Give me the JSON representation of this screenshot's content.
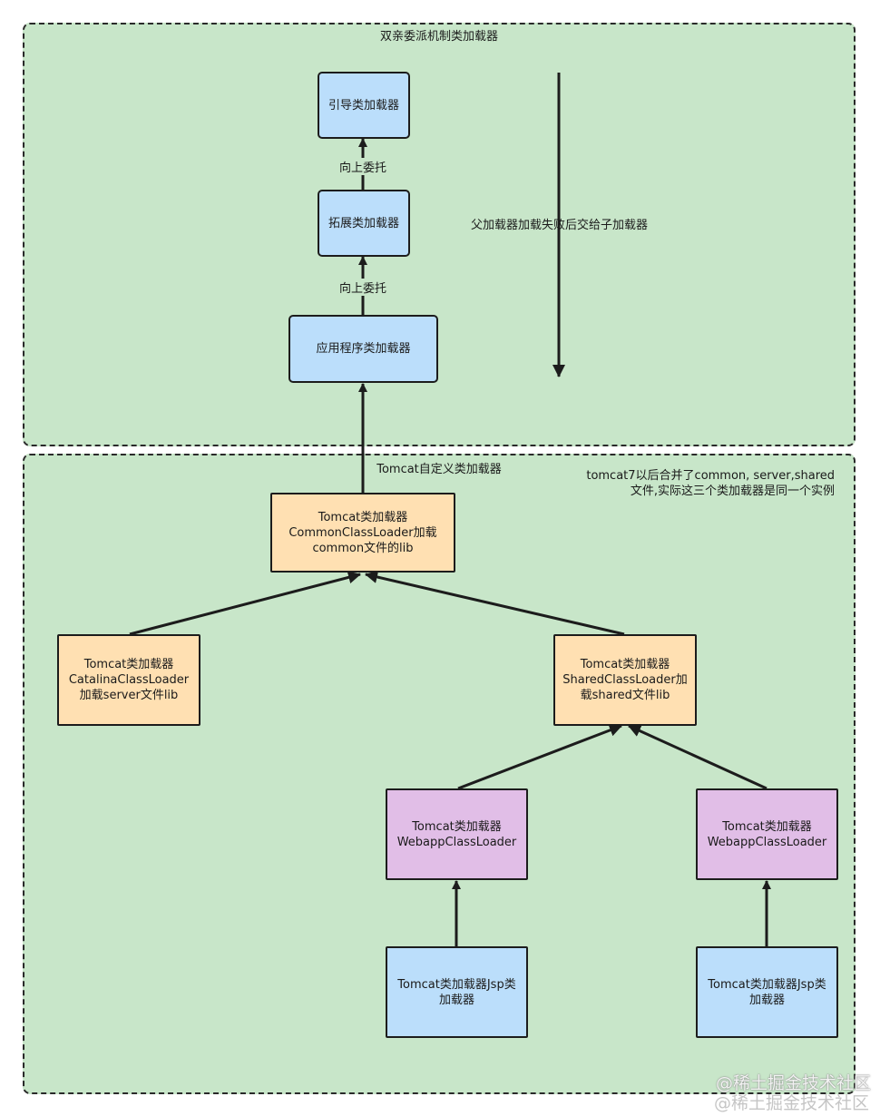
{
  "groups": {
    "parent_delegation": {
      "title": "双亲委派机制类加载器"
    },
    "tomcat_custom": {
      "title": "Tomcat自定义类加载器"
    }
  },
  "nodes": {
    "bootstrap": "引导类加载器",
    "extension": "拓展类加载器",
    "application": "应用程序类加载器",
    "common": "Tomcat类加载器\nCommonClassLoader加载\ncommon文件的lib",
    "catalina": "Tomcat类加载器\nCatalinaClassLoader\n加载server文件lib",
    "shared": "Tomcat类加载器\nSharedClassLoader加\n载shared文件lib",
    "webapp_left": "Tomcat类加载器\nWebappClassLoader",
    "webapp_right": "Tomcat类加载器\nWebappClassLoader",
    "jsp_left": "Tomcat类加载器Jsp类\n加载器",
    "jsp_right": "Tomcat类加载器Jsp类\n加载器"
  },
  "edge_labels": {
    "delegate_up_1": "向上委托",
    "delegate_up_2": "向上委托"
  },
  "side_label": "父加载器加载失败后交给子加载器",
  "note": "tomcat7以后合并了common, server,shared\n文件,实际这三个类加载器是同一个实例",
  "watermark": "@稀土掘金技术社区",
  "colors": {
    "group_fill": "#c8e6c9",
    "blue_node": "#bbdefb",
    "orange_node": "#ffe0b2",
    "purple_node": "#e1bee7",
    "stroke": "#1c1c1c"
  }
}
